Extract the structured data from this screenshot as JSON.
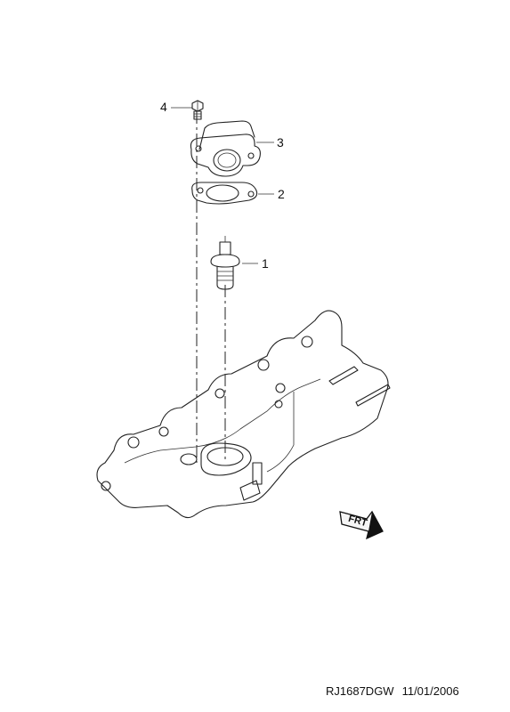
{
  "callouts": [
    {
      "id": "thermostat",
      "label": "1"
    },
    {
      "id": "gasket",
      "label": "2"
    },
    {
      "id": "thermostat-housing",
      "label": "3"
    },
    {
      "id": "bolt",
      "label": "4"
    }
  ],
  "direction_badge": {
    "label": "FRT"
  },
  "footer": {
    "drawing_code": "RJ1687DGW",
    "date": "11/01/2006"
  },
  "colors": {
    "line": "#222222",
    "background": "#ffffff"
  }
}
